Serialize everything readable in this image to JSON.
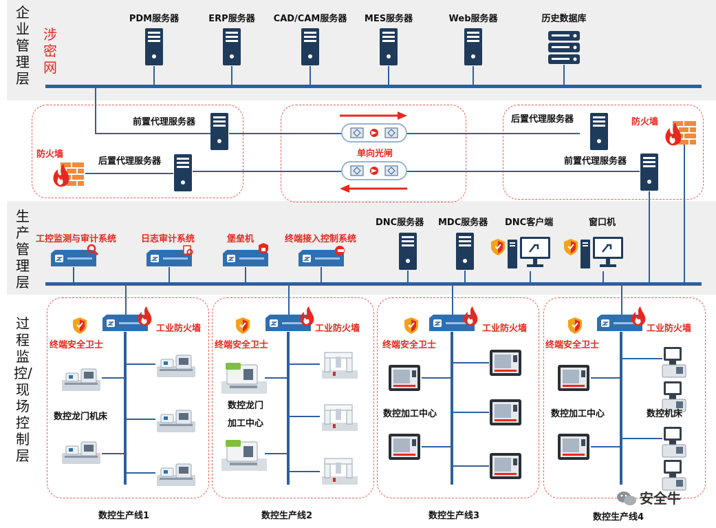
{
  "layers": {
    "enterprise": "企业管理层",
    "classified_network": "涉密网",
    "production": "生产管理层",
    "process": "过程监控/现场控制层"
  },
  "enterprise_servers": [
    "PDM服务器",
    "ERP服务器",
    "CAD/CAM服务器",
    "MES服务器",
    "Web服务器",
    "历史数据库"
  ],
  "dmz": {
    "front_proxy": "前置代理服务器",
    "rear_proxy": "后置代理服务器",
    "firewall": "防火墙",
    "gatekeeper": "单向光闸"
  },
  "production_systems": [
    "工控监测与审计系统",
    "日志审计系统",
    "堡垒机",
    "终端接入控制系统"
  ],
  "production_servers": [
    "DNC服务器",
    "MDC服务器",
    "DNC客户端",
    "窗口机"
  ],
  "cells": {
    "endpoint_guard": "终端安全卫士",
    "industrial_firewall": "工业防火墙"
  },
  "lines": [
    {
      "name": "数控生产线1",
      "equipment": [
        "数控龙门机床"
      ]
    },
    {
      "name": "数控生产线2",
      "equipment": [
        "数控龙门",
        "加工中心"
      ]
    },
    {
      "name": "数控生产线3",
      "equipment": [
        "数控加工中心"
      ]
    },
    {
      "name": "数控生产线4",
      "equipment": [
        "数控加工中心",
        "数控机床"
      ]
    }
  ],
  "watermark": "安全牛",
  "colors": {
    "bus": "#2f5f9c",
    "alert_red": "#e8281e",
    "band_gray": "#efefef"
  }
}
